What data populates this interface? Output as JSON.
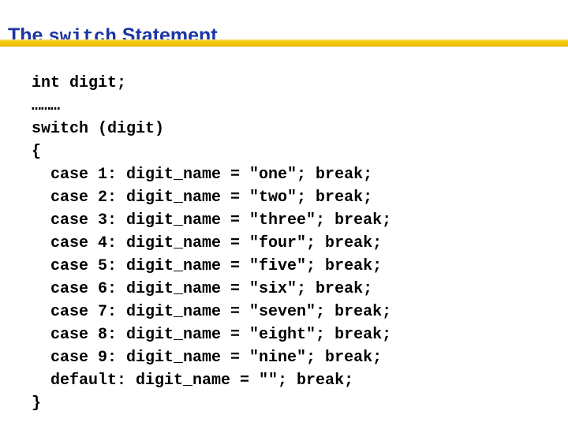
{
  "slide": {
    "title": {
      "pre": "The ",
      "keyword": "switch",
      "post": " Statement"
    },
    "colors": {
      "title_blue": "#1c35a3",
      "underline_gold": "#efc200",
      "code_text": "#000000",
      "background": "#ffffff"
    },
    "code": {
      "language": "c",
      "lines": [
        "int digit;",
        "………",
        "switch (digit)",
        "{",
        "  case 1: digit_name = \"one\"; break;",
        "  case 2: digit_name = \"two\"; break;",
        "  case 3: digit_name = \"three\"; break;",
        "  case 4: digit_name = \"four\"; break;",
        "  case 5: digit_name = \"five\"; break;",
        "  case 6: digit_name = \"six\"; break;",
        "  case 7: digit_name = \"seven\"; break;",
        "  case 8: digit_name = \"eight\"; break;",
        "  case 9: digit_name = \"nine\"; break;",
        "  default: digit_name = \"\"; break;",
        "}"
      ]
    }
  }
}
